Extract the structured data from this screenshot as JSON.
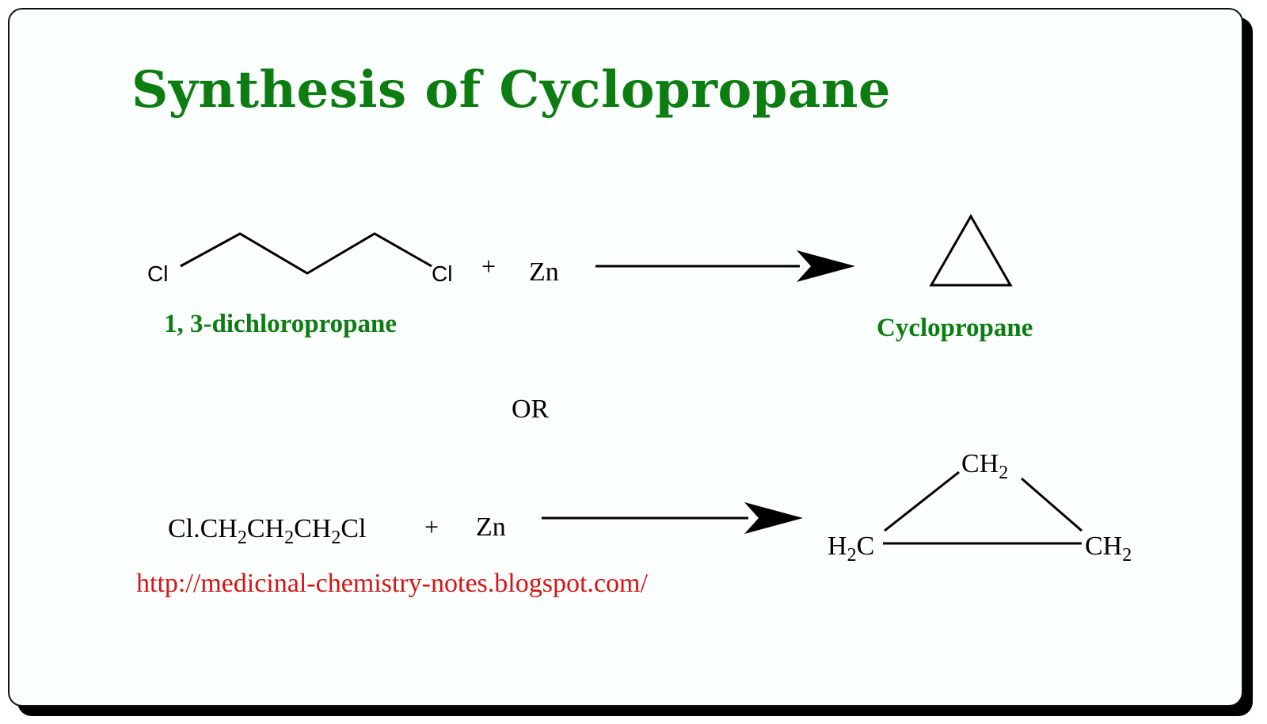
{
  "title": "Synthesis of Cyclopropane",
  "colors": {
    "title_green": "#0d7d12",
    "url_red": "#d81414",
    "ink": "#000000"
  },
  "reaction1": {
    "reactant_atom_left": "Cl",
    "reactant_atom_right": "Cl",
    "plus": "+",
    "reagent": "Zn",
    "reactant_name": "1, 3-dichloropropane",
    "product_name": "Cyclopropane"
  },
  "separator": "OR",
  "reaction2": {
    "reactant_formula": "Cl.CH",
    "sub2": "2",
    "ch": "CH",
    "cl_end": "Cl",
    "plus": "+",
    "reagent": "Zn",
    "product_top": "CH",
    "product_left_h": "H",
    "product_left_c": "C",
    "product_right": "CH"
  },
  "url": "http://medicinal-chemistry-notes.blogspot.com/"
}
